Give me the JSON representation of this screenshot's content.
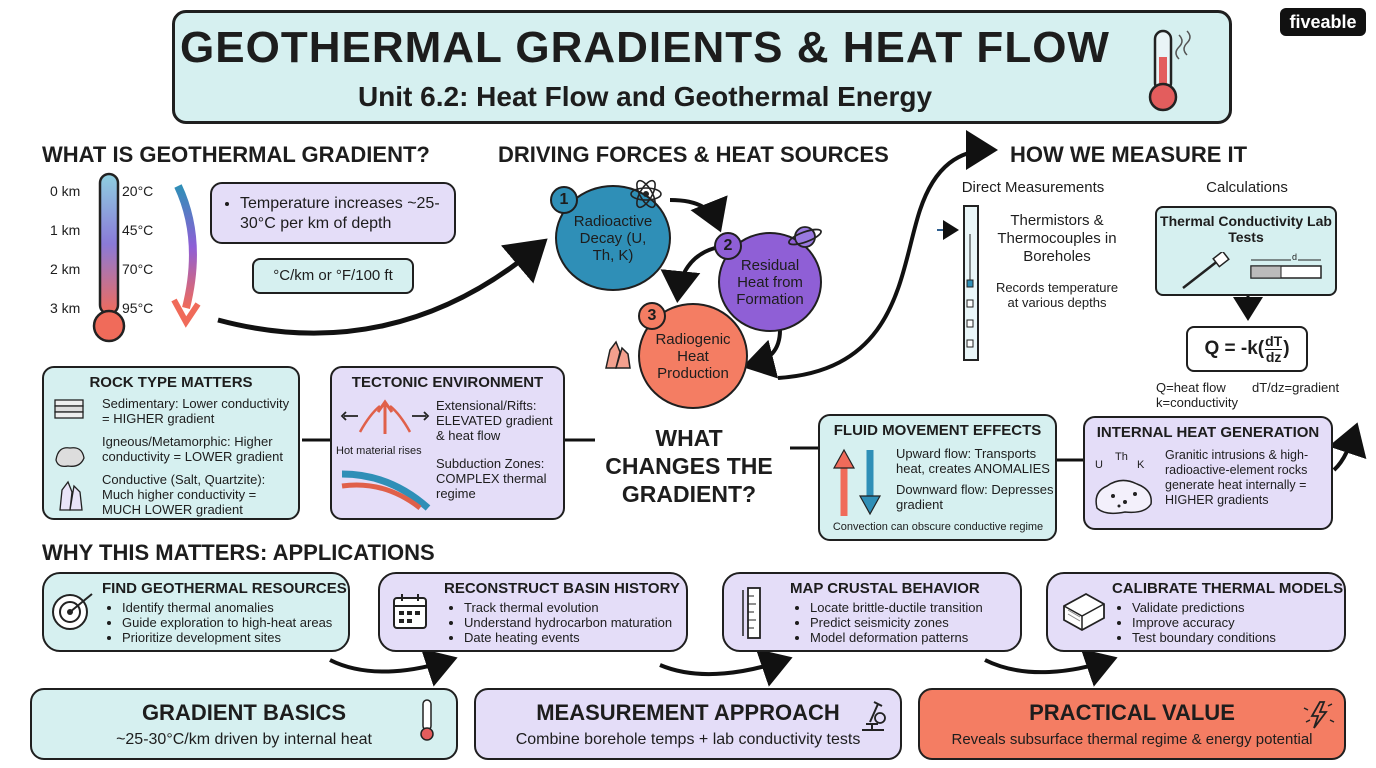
{
  "logo": "fiveable",
  "header": {
    "title": "GEOTHERMAL GRADIENTS & HEAT FLOW",
    "subtitle": "Unit 6.2: Heat Flow and Geothermal Energy"
  },
  "gradient": {
    "heading": "WHAT IS GEOTHERMAL GRADIENT?",
    "depths": [
      "0 km",
      "1 km",
      "2 km",
      "3 km"
    ],
    "temps": [
      "20°C",
      "45°C",
      "70°C",
      "95°C"
    ],
    "fact": "Temperature increases ~25-30°C per km of depth",
    "units": "°C/km or °F/100 ft"
  },
  "forces": {
    "heading": "DRIVING FORCES & HEAT SOURCES",
    "sources": [
      {
        "num": "1",
        "label": "Radioactive Decay (U, Th, K)"
      },
      {
        "num": "2",
        "label": "Residual Heat from Formation"
      },
      {
        "num": "3",
        "label": "Radiogenic Heat Production"
      }
    ]
  },
  "measure": {
    "heading": "HOW WE MEASURE IT",
    "direct_heading": "Direct Measurements",
    "direct_label": "Thermistors & Thermocouples in Boreholes",
    "direct_note": "Records temperature at various depths",
    "calc_heading": "Calculations",
    "lab_label": "Thermal Conductivity Lab Tests",
    "sample_mark": "d",
    "formula": "Q = -k(",
    "formula_num": "dT",
    "formula_den": "dz",
    "formula_end": ")",
    "legend_q": "Q=heat flow",
    "legend_k": "k=conductivity",
    "legend_g": "dT/dz=gradient"
  },
  "rock": {
    "heading": "ROCK TYPE MATTERS",
    "items": [
      "Sedimentary: Lower conductivity = HIGHER gradient",
      "Igneous/Metamorphic: Higher conductivity = LOWER gradient",
      "Conductive (Salt, Quartzite): Much higher conductivity = MUCH LOWER gradient"
    ]
  },
  "tectonic": {
    "heading": "TECTONIC ENVIRONMENT",
    "rises_label": "Hot material rises",
    "ext": "Extensional/Rifts: ELEVATED gradient & heat flow",
    "sub": "Subduction Zones: COMPLEX thermal regime"
  },
  "changes": "WHAT CHANGES THE GRADIENT?",
  "fluid": {
    "heading": "FLUID MOVEMENT EFFECTS",
    "up": "Upward flow: Transports heat, creates ANOMALIES",
    "down": "Downward flow: Depresses gradient",
    "note": "Convection can obscure conductive regime"
  },
  "internal": {
    "heading": "INTERNAL HEAT GENERATION",
    "elements": [
      "U",
      "Th",
      "K"
    ],
    "text": "Granitic intrusions & high-radioactive-element rocks generate heat internally = HIGHER gradients"
  },
  "applications": {
    "heading": "WHY THIS MATTERS: APPLICATIONS",
    "cards": [
      {
        "title": "FIND GEOTHERMAL RESOURCES",
        "items": [
          "Identify thermal anomalies",
          "Guide exploration to high-heat areas",
          "Prioritize development sites"
        ]
      },
      {
        "title": "RECONSTRUCT BASIN HISTORY",
        "items": [
          "Track thermal evolution",
          "Understand hydrocarbon maturation",
          "Date heating events"
        ]
      },
      {
        "title": "MAP CRUSTAL BEHAVIOR",
        "items": [
          "Locate brittle-ductile transition",
          "Predict seismicity zones",
          "Model deformation patterns"
        ]
      },
      {
        "title": "CALIBRATE THERMAL MODELS",
        "items": [
          "Validate predictions",
          "Improve accuracy",
          "Test boundary conditions"
        ]
      }
    ]
  },
  "summary": [
    {
      "title": "GRADIENT BASICS",
      "text": "~25-30°C/km driven by internal heat"
    },
    {
      "title": "MEASUREMENT APPROACH",
      "text": "Combine borehole temps + lab conductivity tests"
    },
    {
      "title": "PRACTICAL VALUE",
      "text": "Reveals subsurface thermal regime & energy potential"
    }
  ],
  "colors": {
    "teal": "#d6f0f0",
    "lavender": "#e4ddf8",
    "coral": "#f47d63",
    "blue": "#2f8fb7",
    "purple": "#8f5fd6"
  }
}
